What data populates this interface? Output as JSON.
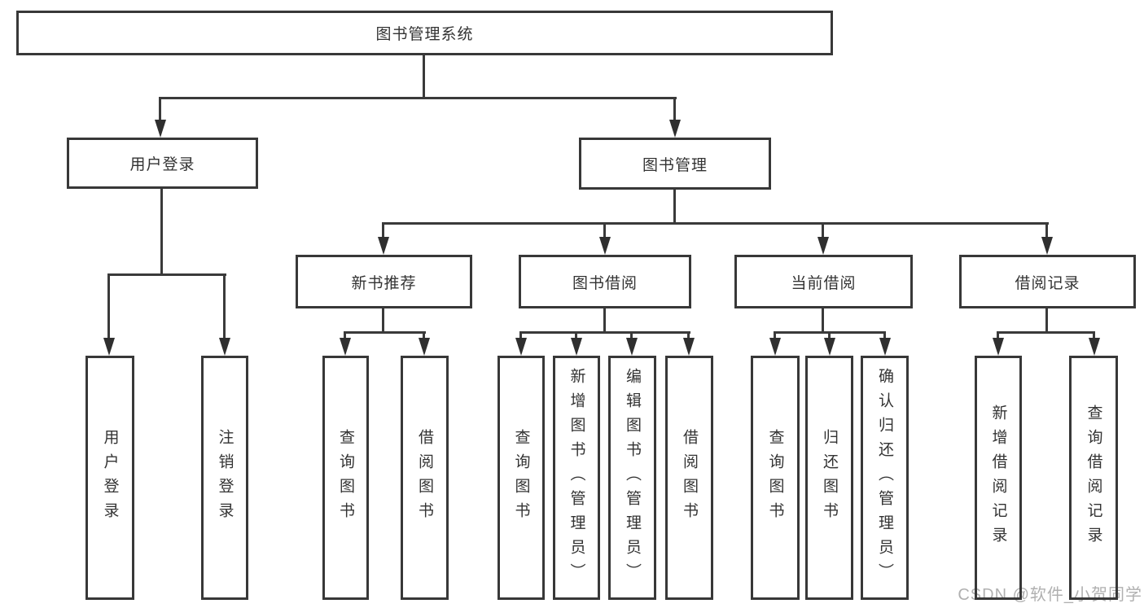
{
  "tree": {
    "root": "图书管理系统",
    "level1": [
      "用户登录",
      "图书管理"
    ],
    "level2": [
      "新书推荐",
      "图书借阅",
      "当前借阅",
      "借阅记录"
    ],
    "leaves": [
      "用户登录",
      "注销登录",
      "查询图书",
      "借阅图书",
      "查询图书",
      "新增图书（管理员）",
      "编辑图书（管理员）",
      "借阅图书",
      "查询图书",
      "归还图书",
      "确认归还（管理员）",
      "新增借阅记录",
      "查询借阅记录"
    ]
  },
  "watermark": "CSDN @软件_小贺同学",
  "colors": {
    "line": "#3a3a3a",
    "border": "#383838",
    "text": "#333333",
    "watermark": "#b0b0b0",
    "background": "#ffffff"
  }
}
